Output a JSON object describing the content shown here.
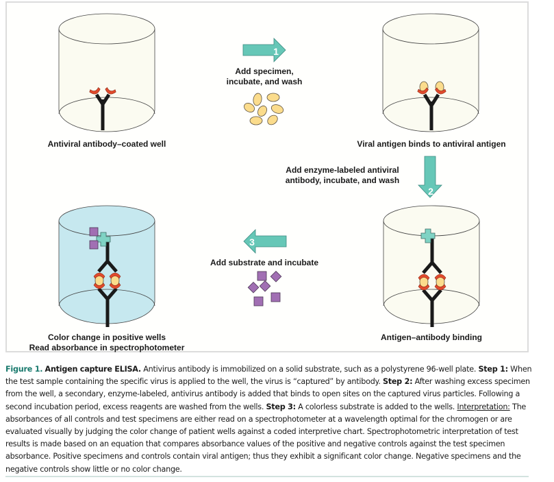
{
  "diagram": {
    "panels": [
      {
        "id": "well-1",
        "label": "Antiviral antibody–coated well"
      },
      {
        "id": "well-2",
        "label": "Viral antigen binds to antiviral antigen"
      },
      {
        "id": "well-3",
        "label": "Antigen–antibody binding"
      },
      {
        "id": "well-4",
        "label_line1": "Color change in positive wells",
        "label_line2": "Read absorbance in spectrophotometer"
      }
    ],
    "steps": [
      {
        "number": "1",
        "direction": "right",
        "text_line1": "Add specimen,",
        "text_line2": "incubate, and wash"
      },
      {
        "number": "2",
        "direction": "down",
        "text_line1": "Add enzyme-labeled antiviral",
        "text_line2": "antibody, incubate, and wash"
      },
      {
        "number": "3",
        "direction": "left",
        "text_line1": "Add substrate and incubate"
      }
    ],
    "colors": {
      "arrow": "#66c7b7",
      "antibody": "#1a1a1a",
      "binding_site": "#e04a2c",
      "antigen": "#fbdc8c",
      "substrate": "#a16fb3",
      "enzyme": "#7fd3c4",
      "well_clear": "#fbfbf1",
      "well_colored": "#c6e8ef",
      "figure_label": "#1a7a6e"
    }
  },
  "caption": {
    "figure_label": "Figure 1.",
    "title": "Antigen capture ELISA.",
    "intro": " Antivirus antibody is immobilized on a solid substrate, such as a polystyrene 96-well plate. ",
    "step1_label": "Step 1:",
    "step1_text": " When the test sample containing the specific virus is applied to the well, the virus is “captured” by antibody. ",
    "step2_label": "Step 2:",
    "step2_text": " After washing excess specimen from the well, a secondary, enzyme-labeled, antivirus antibody is added that binds to open sites on the captured virus particles. Following a second incubation period, excess reagents are washed from the wells. ",
    "step3_label": "Step 3:",
    "step3_text": " A colorless substrate is added to the wells. ",
    "interpretation_label": "Interpretation:",
    "interpretation_text": " The absorbances of all controls and test specimens are either read on a spectrophotometer at a wavelength optimal for the chromogen or are evaluated visually by judging the color change of patient wells against a coded interpretive chart. Spectrophotometric interpretation of test results is made based on an equation that compares absorbance values of the positive and negative controls against the test specimen absorbance. Positive specimens and controls contain viral antigen; thus they exhibit a significant color change. Negative specimens and the negative controls show little or no color change."
  }
}
